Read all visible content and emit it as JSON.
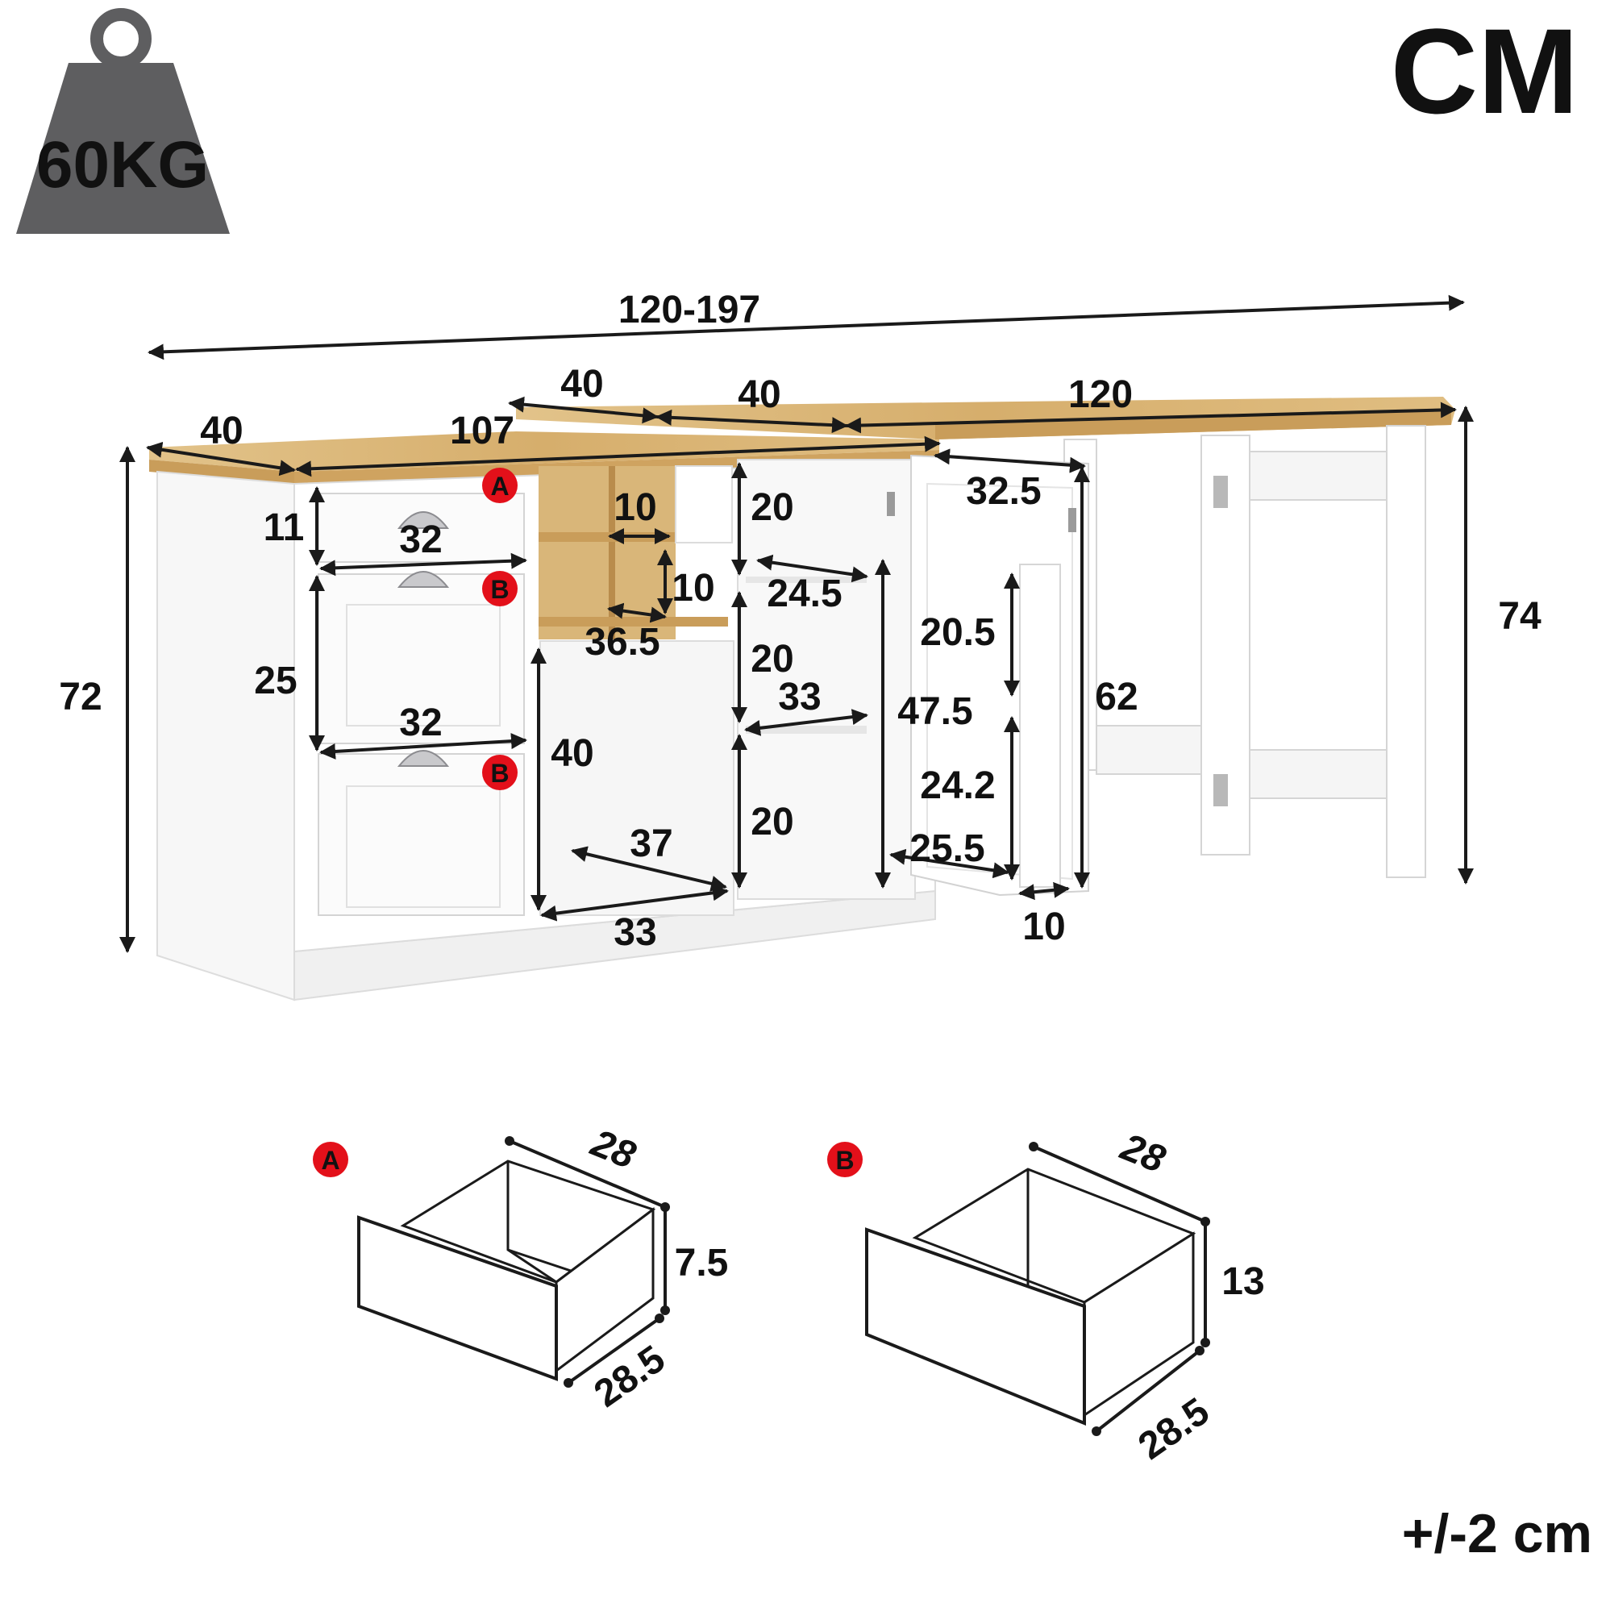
{
  "unit_label": "CM",
  "tolerance": "+/-2 cm",
  "weight": {
    "label": "60KG",
    "icon": "weight-icon"
  },
  "markers": {
    "a": "A",
    "b": "B"
  },
  "colors": {
    "wood": "#d8b374",
    "wood_edge": "#b98c4c",
    "white": "#ffffff",
    "marker_red": "#e3101a",
    "weight_gray": "#5e5e60",
    "text": "#111111"
  },
  "dimensions": {
    "overall_width": "120-197",
    "cabinet_depth": "40",
    "cabinet_width": "107",
    "desk_part_a": "40",
    "desk_part_b": "40",
    "desk_length": "120",
    "cabinet_height": "72",
    "desk_height": "74",
    "door_height": "62",
    "door_width": "32.5",
    "door_depth": "10",
    "top_drawer_height": "11",
    "drawer_width_1": "32",
    "drawer_width_2": "32",
    "mid_drawer_height": "25",
    "cubby_width": "10",
    "cubby_height": "10",
    "cubby_depth": "36.5",
    "shelf_gap_top": "20",
    "shelf_gap_mid": "20",
    "shelf_gap_bottom": "20",
    "shelf_depth_top": "24.5",
    "shelf_depth_mid": "33",
    "open_height": "40",
    "open_depth": "37",
    "open_width": "33",
    "door_shelf_gap_1": "20.5",
    "door_inner_height": "47.5",
    "door_shelf_gap_2": "24.2",
    "door_shelf_width": "25.5"
  },
  "drawer_a": {
    "marker": "A",
    "depth": "28",
    "height": "7.5",
    "width": "28.5"
  },
  "drawer_b": {
    "marker": "B",
    "depth": "28",
    "height": "13",
    "width": "28.5"
  }
}
